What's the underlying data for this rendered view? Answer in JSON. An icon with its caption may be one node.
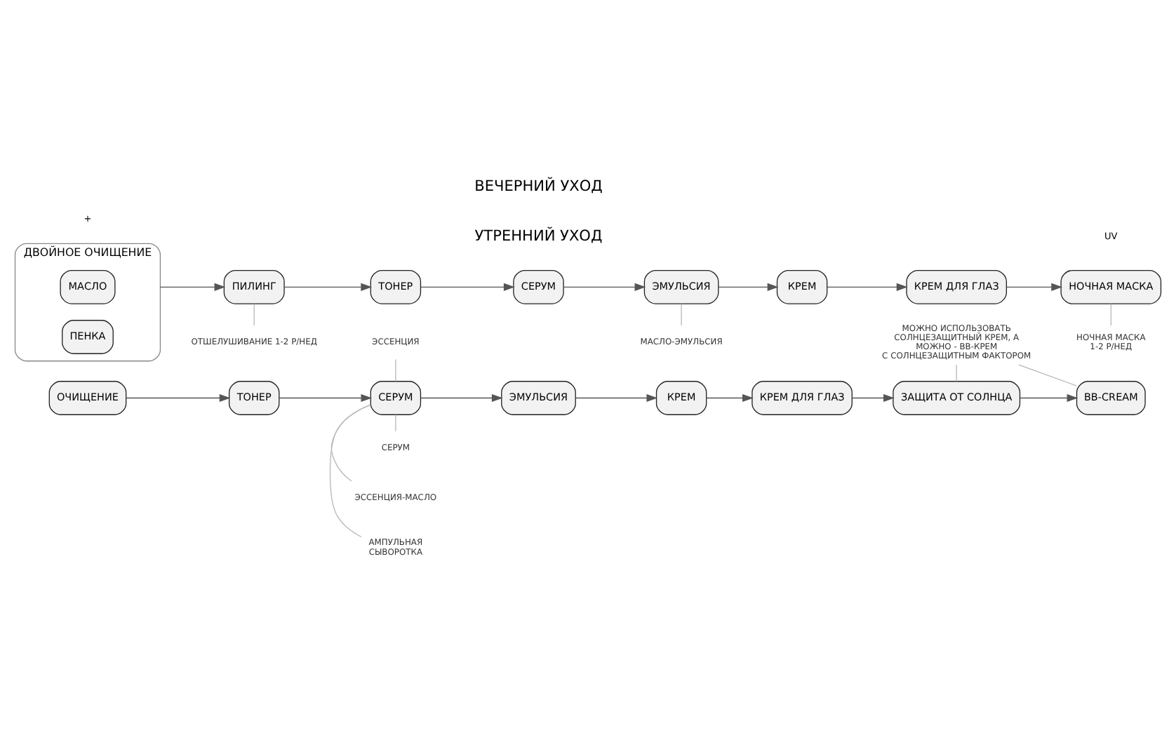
{
  "diagram": {
    "nodes": [
      {
        "text": [
          "ЭССЕНЦИЯ"
        ]
      },
      {
        "text": [
          "СЕРУМ"
        ]
      },
      {
        "text": [
          "ЭССЕНЦИЯ-МАСЛО"
        ]
      },
      {
        "text": [
          "МОЖНО ИСПОЛЬЗОВАТЬ СОЛНЦЕЗАЩИТНЫЙ КРЕМ, А МОЖНО - ВВ-КРЕМ С СОЛНЦЕЗАЩИТНЫМ ФАКТОРОМ"
        ]
      },
      {
        "text": [
          "ОЧИЩЕНИЕ"
        ]
      },
      {
        "text": [
          "ТОНЕР"
        ]
      },
      {
        "text": [
          "СЕРУМ"
        ]
      },
      {
        "text": [
          "ЭМУЛЬСИЯ"
        ]
      },
      {
        "text": [
          "КРЕМ"
        ]
      },
      {
        "text": [
          "КРЕМ ДЛЯ ГЛАЗ"
        ]
      },
      {
        "text": [
          "ЗАЩИТА ОТ СОЛНЦА"
        ]
      },
      {
        "text": [
          "BB-CREAM"
        ]
      },
      {
        "text": [
          "АМПУЛЬНАЯ СЫВОРОТКА"
        ]
      },
      {
        "text": [
          "ДВОЙНОЕ ОЧИЩЕНИЕ"
        ]
      },
      {
        "text": [
          "МАСЛО"
        ],
        "in": 13
      },
      {
        "text": [
          "ПЕНКА"
        ],
        "in": 13
      },
      {
        "text": [
          "ПИЛИНГ"
        ]
      },
      {
        "text": [
          "ТОНЕР"
        ]
      },
      {
        "text": [
          "СЕРУМ"
        ]
      },
      {
        "text": [
          "ЭМУЛЬСИЯ"
        ]
      },
      {
        "text": [
          "КРЕМ"
        ]
      },
      {
        "text": [
          "КРЕМ ДЛЯ ГЛАЗ"
        ]
      },
      {
        "text": [
          "НОЧНАЯ МАСКА"
        ]
      },
      {
        "text": [
          "ОТШЕЛУШИВАНИЕ 1-2 Р/НЕД"
        ]
      },
      {
        "text": [
          "МАСЛО-ЭМУЛЬСИЯ"
        ]
      },
      {
        "text": [
          "НОЧНАЯ МАСКА 1-2 Р/НЕД"
        ]
      }
    ],
    "edges": [
      {
        "from": 4,
        "to": 5,
        "arrow": "to"
      },
      {
        "from": 5,
        "to": 6,
        "arrow": "to"
      },
      {
        "from": 6,
        "to": 7,
        "arrow": "to"
      },
      {
        "from": 7,
        "to": 8,
        "arrow": "to"
      },
      {
        "from": 8,
        "to": 9,
        "arrow": "to"
      },
      {
        "from": 9,
        "to": 10,
        "arrow": "to"
      },
      {
        "from": 10,
        "to": 11,
        "arrow": "to"
      },
      {
        "from": 0,
        "to": 6,
        "arrow": "none",
        "color": "#b8b8b8"
      },
      {
        "from": 1,
        "to": 6,
        "arrow": "none",
        "color": "#b8b8b8"
      },
      {
        "from": 2,
        "to": 6,
        "arrow": "none",
        "color": "#b8b8b8"
      },
      {
        "from": 12,
        "to": 6,
        "arrow": "none",
        "color": "#b8b8b8"
      },
      {
        "from": 3,
        "to": 10,
        "arrow": "none",
        "color": "#b8b8b8"
      },
      {
        "from": 3,
        "to": 11,
        "arrow": "none",
        "color": "#b8b8b8"
      },
      {
        "from": 13,
        "to": 16,
        "arrow": "to"
      },
      {
        "from": 16,
        "to": 17,
        "arrow": "to"
      },
      {
        "from": 17,
        "to": 18,
        "arrow": "to"
      },
      {
        "from": 18,
        "to": 19,
        "arrow": "to"
      },
      {
        "from": 19,
        "to": 20,
        "arrow": "to"
      },
      {
        "from": 20,
        "to": 21,
        "arrow": "to"
      },
      {
        "from": 21,
        "to": 22,
        "arrow": "to"
      },
      {
        "from": 23,
        "to": 16,
        "arrow": "none",
        "color": "#b8b8b8"
      },
      {
        "from": 24,
        "to": 19,
        "arrow": "none",
        "color": "#b8b8b8"
      },
      {
        "from": 25,
        "to": 22,
        "arrow": "none",
        "color": "#b8b8b8"
      }
    ],
    "labels": [
      "УТРЕННИЙ УХОД",
      "UV",
      "ВЕЧЕРНИЙ УХОД",
      "+"
    ]
  }
}
